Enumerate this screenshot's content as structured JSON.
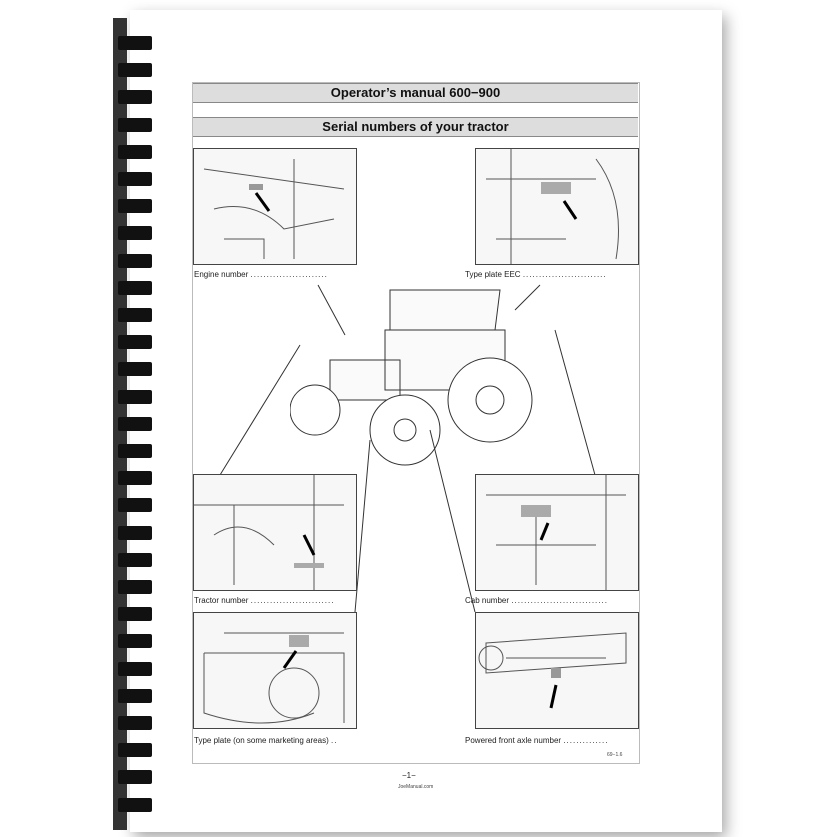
{
  "header": {
    "title": "Operator’s manual 600−900",
    "subtitle": "Serial numbers of your tractor"
  },
  "captions": {
    "engine": "Engine number",
    "engine_dots": "........................",
    "type_plate_eec": "Type plate EEC",
    "eec_dots": "..........................",
    "tractor": "Tractor number",
    "tractor_dots": "..........................",
    "cab": "Cab number",
    "cab_dots": "..............................",
    "type_plate": "Type plate (on some marketing areas)",
    "type_plate_dots": "..",
    "axle": "Powered front axle number",
    "axle_dots": ".............."
  },
  "figure_ref": "69−1.6",
  "page_number": "−1−",
  "footer": "JoeManual.com"
}
